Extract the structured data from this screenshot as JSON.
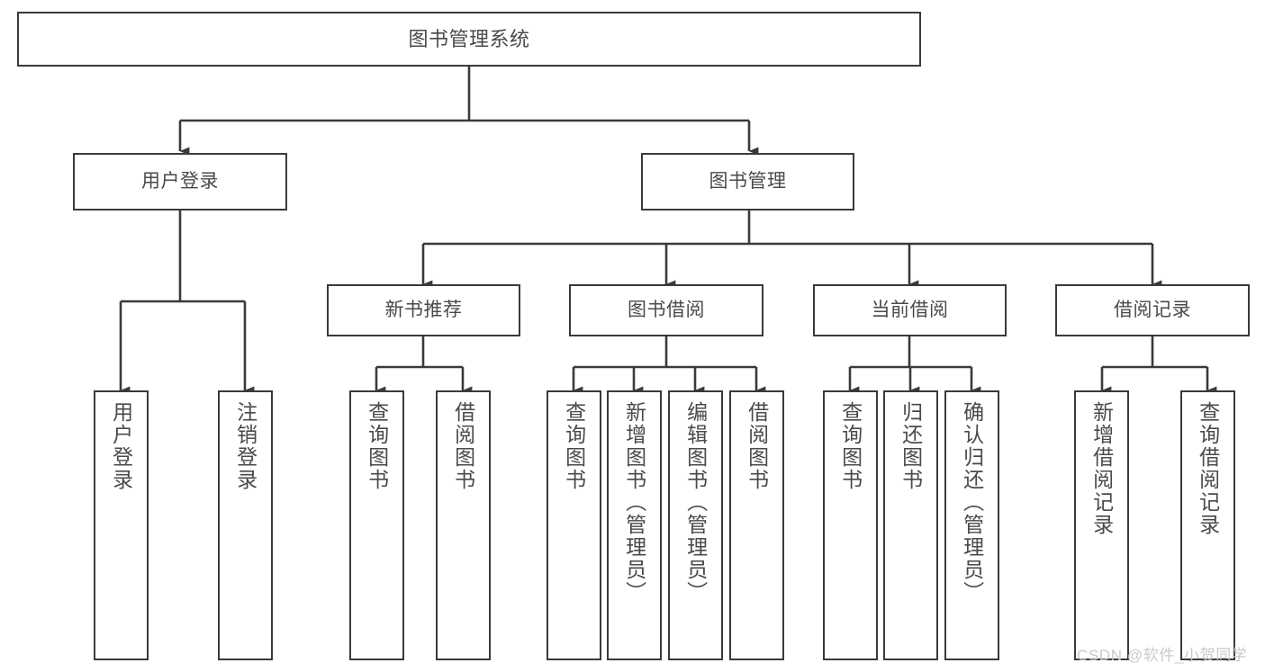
{
  "diagram": {
    "title": "图书管理系统",
    "type": "tree",
    "stroke_color": "#3a3a3a",
    "text_color": "#4a4a4a",
    "background_color": "#ffffff",
    "watermark": "CSDN @软件_小贺同学",
    "watermark_color": "#c9c9c9"
  },
  "nodes": {
    "root": {
      "label": "图书管理系统"
    },
    "level1": [
      {
        "label": "用户登录"
      },
      {
        "label": "图书管理"
      }
    ],
    "level2": [
      {
        "label": "新书推荐"
      },
      {
        "label": "图书借阅"
      },
      {
        "label": "当前借阅"
      },
      {
        "label": "借阅记录"
      }
    ],
    "leaves_user_login": [
      {
        "label": "用户登录"
      },
      {
        "label": "注销登录"
      }
    ],
    "leaves_new_book": [
      {
        "label": "查询图书"
      },
      {
        "label": "借阅图书"
      }
    ],
    "leaves_borrow": [
      {
        "label": "查询图书"
      },
      {
        "label": "新增图书（管理员）"
      },
      {
        "label": "编辑图书（管理员）"
      },
      {
        "label": "借阅图书"
      }
    ],
    "leaves_current": [
      {
        "label": "查询图书"
      },
      {
        "label": "归还图书"
      },
      {
        "label": "确认归还（管理员）"
      }
    ],
    "leaves_records": [
      {
        "label": "新增借阅记录"
      },
      {
        "label": "查询借阅记录"
      }
    ]
  }
}
